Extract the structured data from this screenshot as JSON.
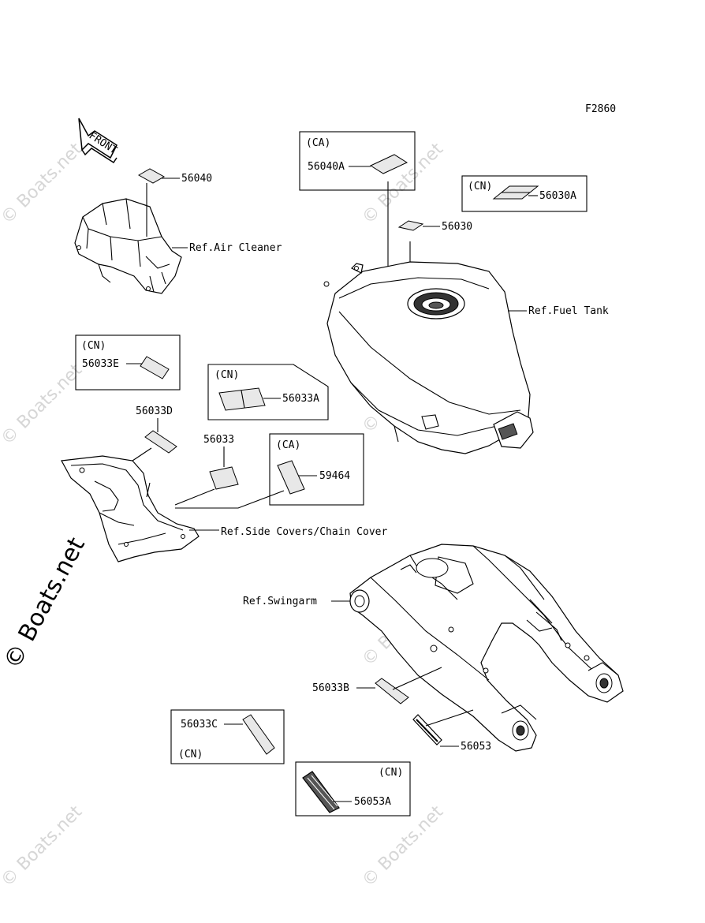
{
  "figure_code": "F2860",
  "front_label": "FRONT",
  "watermark": "© Boats.net",
  "watermark_side": "© Boats.net",
  "parts": {
    "p56040": "56040",
    "p56040A": "56040A",
    "p56030A": "56030A",
    "p56030": "56030",
    "p56033E": "56033E",
    "p56033A": "56033A",
    "p56033D": "56033D",
    "p56033": "56033",
    "p59464": "59464",
    "p56033B": "56033B",
    "p56033C": "56033C",
    "p56053": "56053",
    "p56053A": "56053A"
  },
  "region_tags": {
    "ca_1": "(CA)",
    "cn_1": "(CN)",
    "cn_2": "(CN)",
    "cn_3": "(CN)",
    "ca_2": "(CA)",
    "cn_4": "(CN)",
    "cn_5": "(CN)"
  },
  "references": {
    "air_cleaner": "Ref.Air Cleaner",
    "fuel_tank": "Ref.Fuel Tank",
    "side_covers": "Ref.Side Covers/Chain Cover",
    "swingarm": "Ref.Swingarm"
  }
}
